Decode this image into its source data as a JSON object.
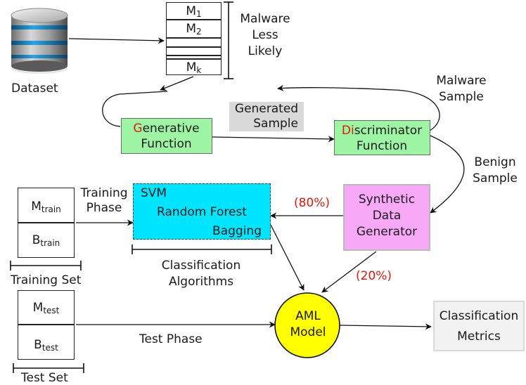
{
  "dataset": {
    "label": "Dataset"
  },
  "malware_stack": {
    "m1": {
      "base": "M",
      "sub": "1"
    },
    "m2": {
      "base": "M",
      "sub": "2"
    },
    "mk": {
      "base": "M",
      "sub": "k"
    },
    "bracket_label": [
      "Malware",
      "Less",
      "Likely"
    ]
  },
  "generative": {
    "first": "G",
    "rest": "enerative",
    "line2": "Function"
  },
  "discriminator": {
    "first": "Di",
    "rest": "scriminator",
    "line2": "Function"
  },
  "generated_sample": [
    "Generated",
    "Sample"
  ],
  "malware_sample": [
    "Malware",
    "Sample"
  ],
  "benign_sample": [
    "Benign",
    "Sample"
  ],
  "synthetic": [
    "Synthetic",
    "Data",
    "Generator"
  ],
  "pct_80": "(80%)",
  "pct_20": "(20%)",
  "classifiers": {
    "svm": "SVM",
    "rf": "Random Forest",
    "bagging": "Bagging"
  },
  "classification_algorithms": [
    "Classification",
    "Algorithms"
  ],
  "training_phase": [
    "Training",
    "Phase"
  ],
  "training_set": {
    "m": {
      "base": "M",
      "sub": "train"
    },
    "b": {
      "base": "B",
      "sub": "train"
    },
    "label": "Training Set"
  },
  "test_set": {
    "m": {
      "base": "M",
      "sub": "test"
    },
    "b": {
      "base": "B",
      "sub": "test"
    },
    "label": "Test Set"
  },
  "test_phase": "Test Phase",
  "aml": [
    "AML",
    "Model"
  ],
  "metrics": [
    "Classification",
    "Metrics"
  ],
  "colors": {
    "green": "#9df5a4",
    "cyan": "#00e5ff",
    "pink": "#f7a8f7",
    "yellow": "#ffff00",
    "red": "#e0190f",
    "gray_label": "#d9d9d9"
  },
  "icons": {
    "dataset": "database-icon"
  }
}
